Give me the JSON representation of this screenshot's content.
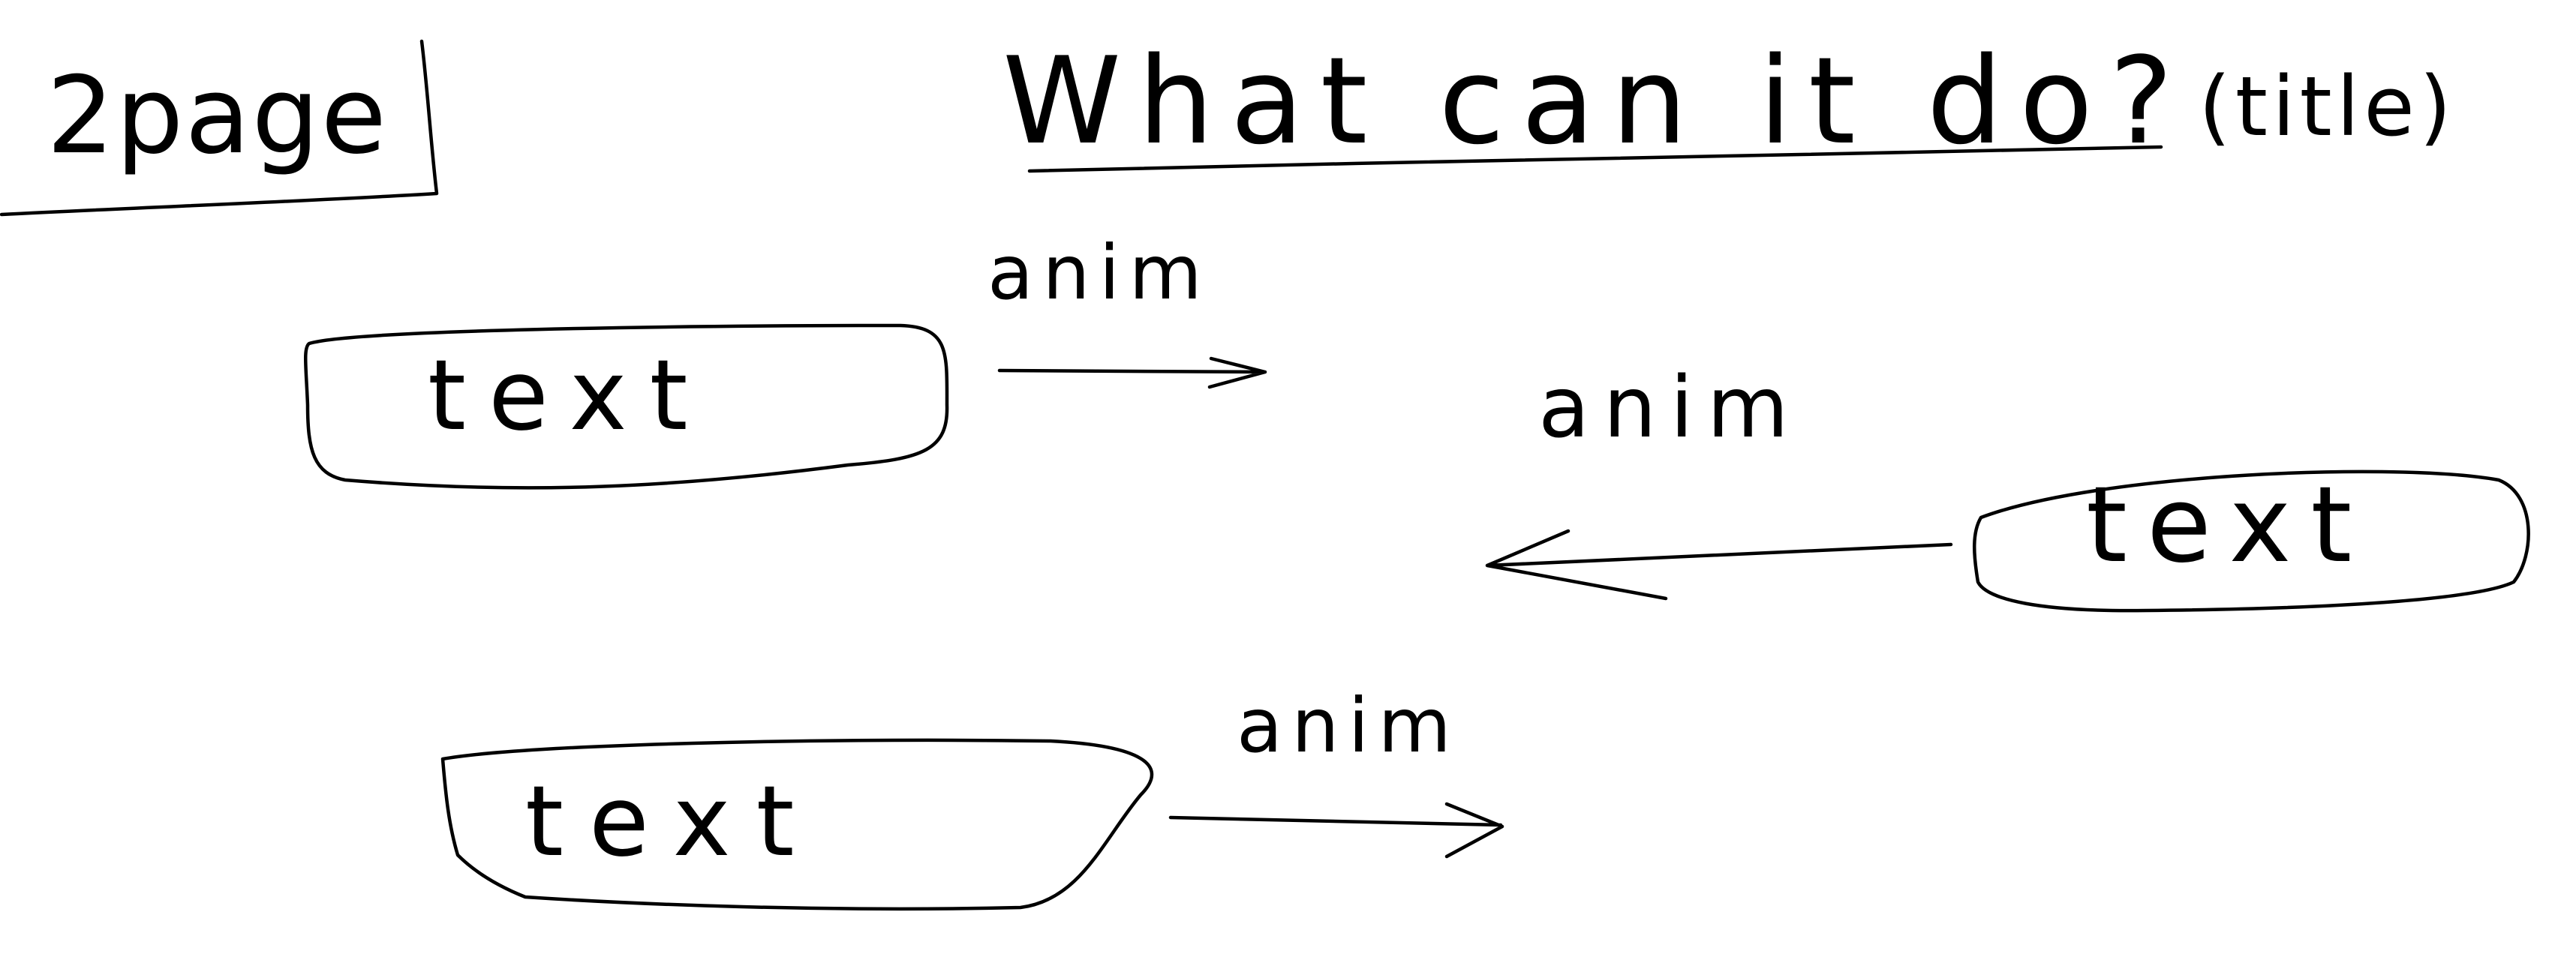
{
  "page_label": "2page",
  "title": {
    "text": "What can it do?",
    "note": "(title)"
  },
  "rows": [
    {
      "box_text": "text",
      "anim_label": "anim",
      "direction": "right"
    },
    {
      "box_text": "text",
      "anim_label": "anim",
      "direction": "left"
    },
    {
      "box_text": "text",
      "anim_label": "anim",
      "direction": "right"
    }
  ],
  "colors": {
    "ink": "#000000",
    "background": "#ffffff"
  }
}
